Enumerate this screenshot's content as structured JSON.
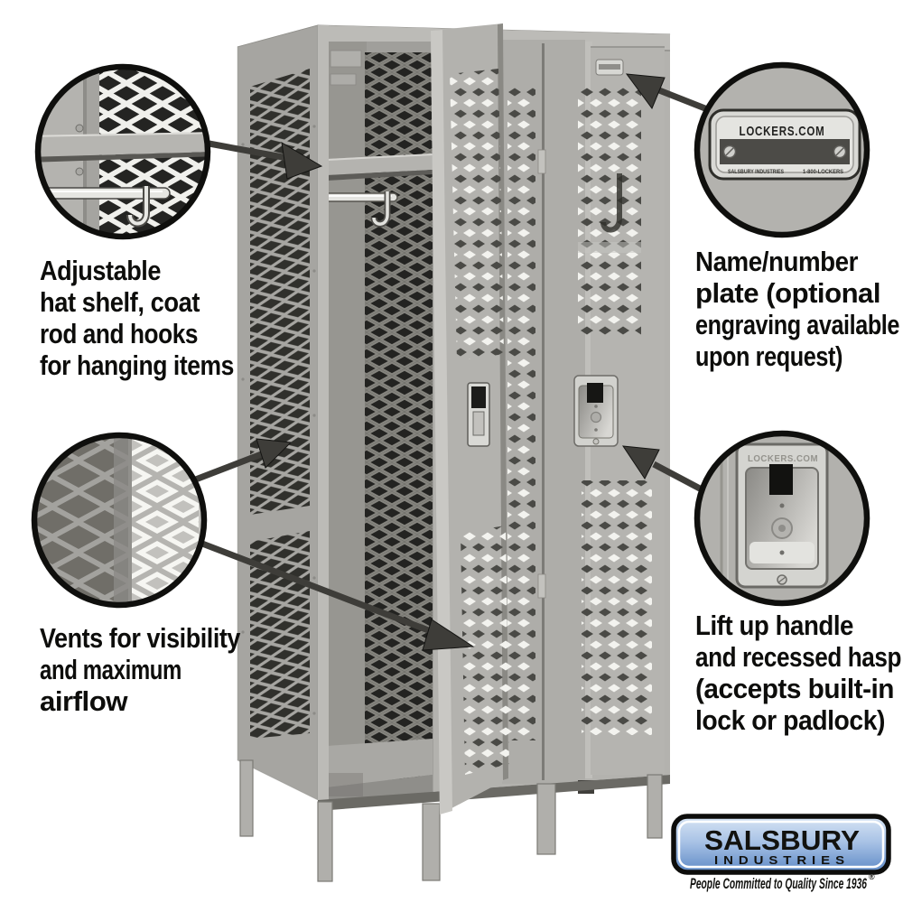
{
  "callouts": [
    {
      "id": "hat-shelf",
      "lines": [
        "Adjustable",
        "hat shelf, coat",
        "rod and hooks",
        "for hanging items"
      ]
    },
    {
      "id": "name-plate",
      "lines": [
        "Name/number",
        "plate (optional",
        "engraving available",
        "upon request)"
      ],
      "plate": {
        "title": "LOCKERS.COM",
        "maker": "SALSBURY INDUSTRIES",
        "phone": "1-800-LOCKERS"
      }
    },
    {
      "id": "vents",
      "lines": [
        "Vents for visibility",
        "and maximum",
        "airflow"
      ]
    },
    {
      "id": "handle",
      "lines": [
        "Lift up handle",
        "and recessed hasp",
        "(accepts built-in",
        "lock or padlock)"
      ],
      "embossed": "LOCKERS.COM"
    }
  ],
  "logo": {
    "brand": "SALSBURY",
    "division": "INDUSTRIES",
    "tagline": "People Committed to Quality Since 1936",
    "registered": "®"
  },
  "colors": {
    "background": "#ffffff",
    "locker_gray": "#b3b2ae",
    "side_panel_gray": "#a6a5a1",
    "frame_gray": "#bcbbb7",
    "interior_dark": "#232321",
    "arrow_gray": "#3e3d39",
    "text_black": "#0d0d0b",
    "chrome": "#dededa",
    "logo_blue_light": "#d8e5f4",
    "logo_blue_mid": "#a9c3e6",
    "logo_blue_dark": "#5f8ac6"
  }
}
